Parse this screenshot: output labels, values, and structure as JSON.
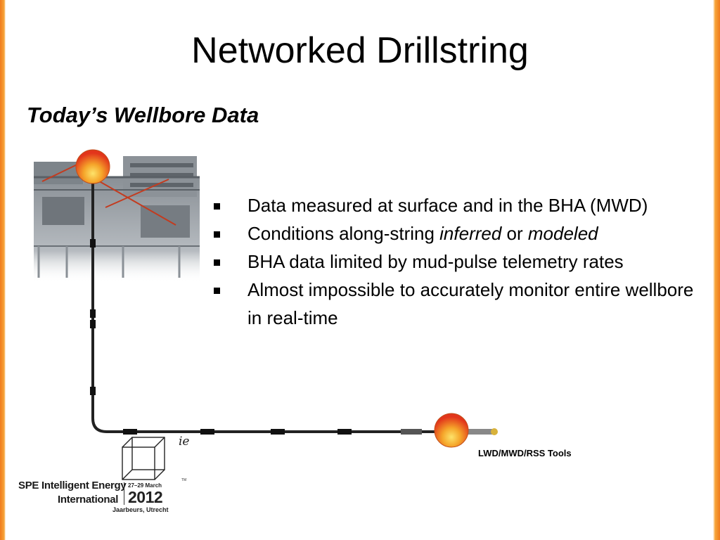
{
  "slide": {
    "title": "Networked Drillstring",
    "subtitle": "Today’s Wellbore Data"
  },
  "bullets": [
    {
      "parts": [
        {
          "text": "Data measured at surface and in the BHA (MWD)",
          "italic": false
        }
      ]
    },
    {
      "parts": [
        {
          "text": "Conditions along-string ",
          "italic": false
        },
        {
          "text": "inferred",
          "italic": true
        },
        {
          "text": " or ",
          "italic": false
        },
        {
          "text": "modeled",
          "italic": true
        }
      ]
    },
    {
      "parts": [
        {
          "text": "BHA data limited by mud-pulse telemetry rates",
          "italic": false
        }
      ]
    },
    {
      "parts": [
        {
          "text": "Almost impossible to accurately monitor entire wellbore in real-time",
          "italic": false
        }
      ]
    }
  ],
  "diagram": {
    "tools_label": "LWD/MWD/RSS Tools",
    "sensor_gradient": [
      "#fde36a",
      "#f5a52a",
      "#e2351b"
    ]
  },
  "logo": {
    "ie_mark": "ie",
    "tm": "TM",
    "line1": "SPE Intelligent Energy",
    "line2": "International",
    "dates": "27–29 March",
    "year": "2012",
    "location": "Jaarbeurs, Utrecht"
  },
  "theme": {
    "border_orange": "#f07a1c"
  }
}
